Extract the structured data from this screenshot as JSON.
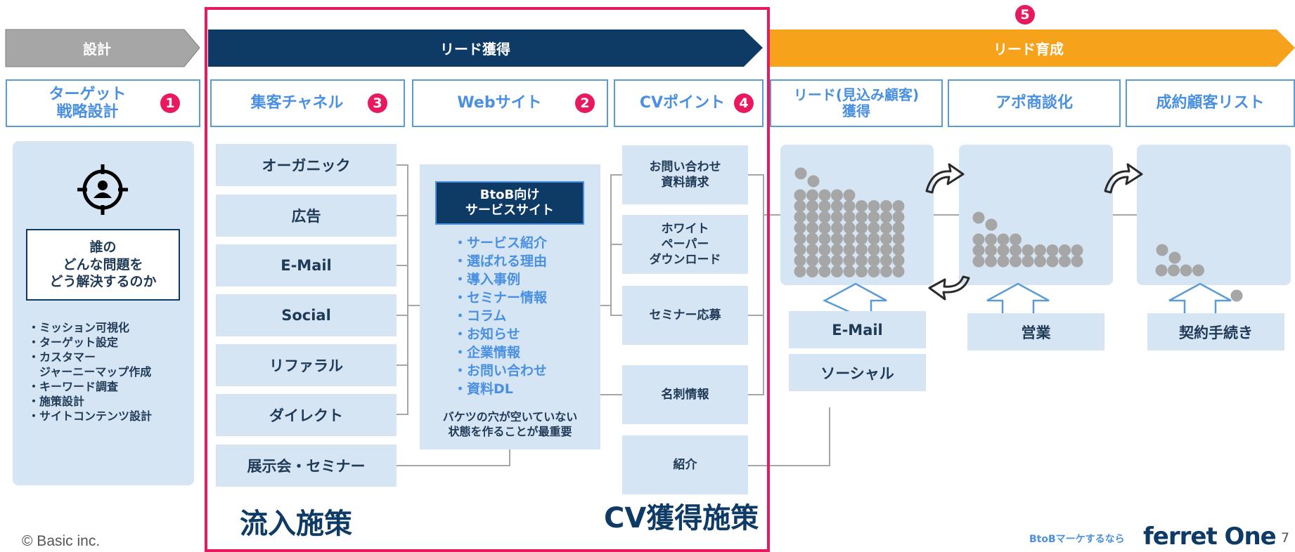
{
  "phases": {
    "design": "設計",
    "lead_acquisition": "リード獲得",
    "lead_nurturing": "リード育成",
    "nurturing_badge": "5"
  },
  "headers": [
    {
      "label": "ターゲット\n戦略設計",
      "badge": "1"
    },
    {
      "label": "集客チャネル",
      "badge": "3"
    },
    {
      "label": "Webサイト",
      "badge": "2"
    },
    {
      "label": "CVポイント",
      "badge": "4"
    },
    {
      "label": "リード(見込み顧客)\n獲得",
      "badge": ""
    },
    {
      "label": "アポ商談化",
      "badge": ""
    },
    {
      "label": "成約顧客リスト",
      "badge": ""
    }
  ],
  "strategy": {
    "icon": "target-user-icon",
    "question": "誰の\nどんな問題を\nどう解決するのか",
    "tasks": [
      "・ミッション可視化",
      "・ターゲット設定",
      "・カスタマー\n　ジャーニーマップ作成",
      "・キーワード調査",
      "・施策設計",
      "・サイトコンテンツ設計"
    ]
  },
  "channels": [
    "オーガニック",
    "広告",
    "E-Mail",
    "Social",
    "リファラル",
    "ダイレクト",
    "展示会・セミナー"
  ],
  "website": {
    "title": "BtoB向け\nサービスサイト",
    "items": [
      "・サービス紹介",
      "・選ばれる理由",
      "・導入事例",
      "・セミナー情報",
      "・コラム",
      "・お知らせ",
      "・企業情報",
      "・お問い合わせ",
      "・資料DL"
    ],
    "note": "バケツの穴が空いていない\n状態を作ることが最重要"
  },
  "cv_points": [
    "お問い合わせ\n資料請求",
    "ホワイト\nペーパー\nダウンロード",
    "セミナー応募",
    "名刺情報",
    "紹介"
  ],
  "labels": {
    "inflow": "流入施策",
    "cv": "CV獲得施策"
  },
  "nurture_actions": {
    "email": "E-Mail",
    "social": "ソーシャル",
    "sales": "営業",
    "contract": "契約手続き"
  },
  "footer": {
    "copyright": "© Basic inc.",
    "tagline": "BtoBマーケするなら",
    "brand": "ferret One",
    "page": "7"
  },
  "colors": {
    "accent_pink": "#e8195f",
    "navy": "#0e3a66",
    "orange": "#f7a21b",
    "gray_arrow": "#a6a6a6",
    "light_blue": "#d6e5f4"
  }
}
